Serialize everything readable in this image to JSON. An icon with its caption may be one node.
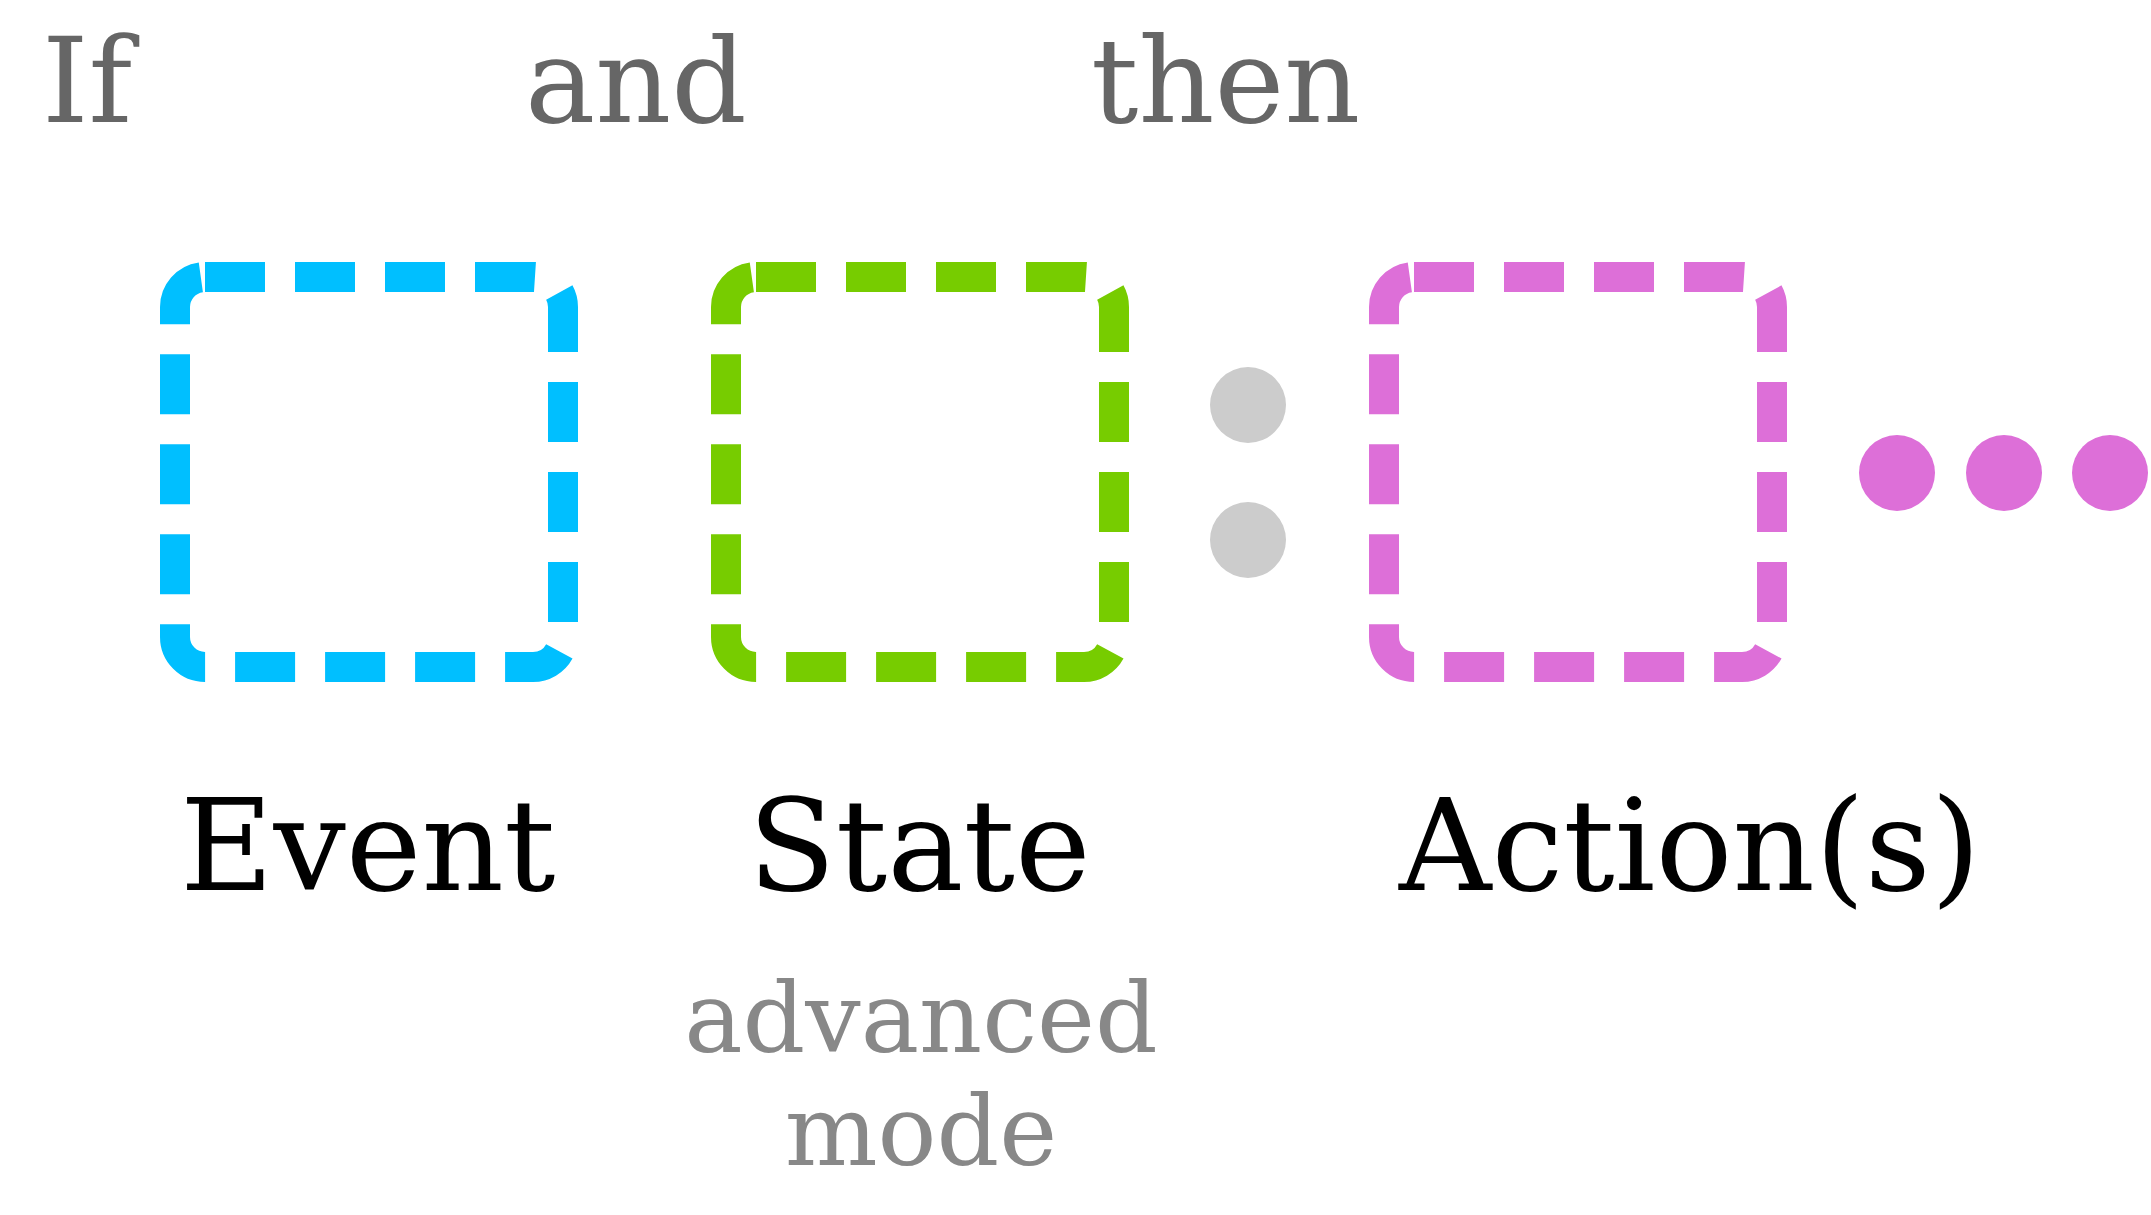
{
  "diagram": {
    "nodes": [
      {
        "text": [
          "Event"
        ],
        "beside": [
          "If"
        ]
      },
      {
        "text": [
          "State"
        ],
        "beside": [
          "and",
          "advanced mode"
        ]
      },
      {
        "text": [
          "Action(s)"
        ],
        "beside": [
          "then"
        ]
      }
    ]
  }
}
